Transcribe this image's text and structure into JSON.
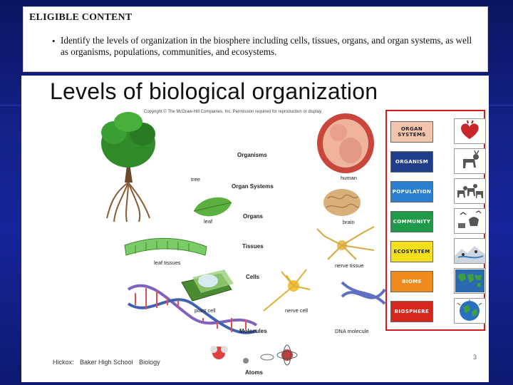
{
  "eligible": {
    "title": "ELIGIBLE CONTENT",
    "bullet": "•",
    "text": "Identify the levels of organization in the biosphere including cells, tissues, organs, and organ systems, as well as organisms, populations, communities, and ecosystems."
  },
  "figure": {
    "title": "Levels of biological organization",
    "copyright": "Copyright © The McGraw-Hill Companies, Inc. Permission required for reproduction or display.",
    "levels": [
      "Organisms",
      "Organ Systems",
      "Organs",
      "Tissues",
      "Cells",
      "Molecules",
      "Atoms"
    ],
    "captions": {
      "tree": "tree",
      "human": "human",
      "leaf": "leaf",
      "brain": "brain",
      "leaf_tissues": "leaf tissues",
      "nerve_tissue": "nerve tissue",
      "plant_cell": "plant cell",
      "nerve_cell": "nerve cell",
      "dna": "DNA molecule"
    }
  },
  "hierarchy": {
    "levels": [
      {
        "label": "ORGAN SYSTEMS",
        "color": "#f2c4ae",
        "text_color": "#222222",
        "icon": "heart-icon"
      },
      {
        "label": "ORGANISM",
        "color": "#1f3f8a",
        "text_color": "#ffffff",
        "icon": "deer-icon"
      },
      {
        "label": "POPULATION",
        "color": "#2a7fd0",
        "text_color": "#ffffff",
        "icon": "deer-herd-icon"
      },
      {
        "label": "COMMUNITY",
        "color": "#1f9a4a",
        "text_color": "#ffffff",
        "icon": "animals-icon"
      },
      {
        "label": "ECOSYSTEM",
        "color": "#f3e01a",
        "text_color": "#222222",
        "icon": "landscape-icon"
      },
      {
        "label": "BIOME",
        "color": "#f08a1a",
        "text_color": "#ffffff",
        "icon": "world-map-icon"
      },
      {
        "label": "BIOSPHERE",
        "color": "#d8261c",
        "text_color": "#ffffff",
        "icon": "globe-icon"
      }
    ]
  },
  "footer": {
    "author": "Hickox:",
    "school": "Baker High School",
    "subject": "Biology",
    "slide_number": "3"
  }
}
